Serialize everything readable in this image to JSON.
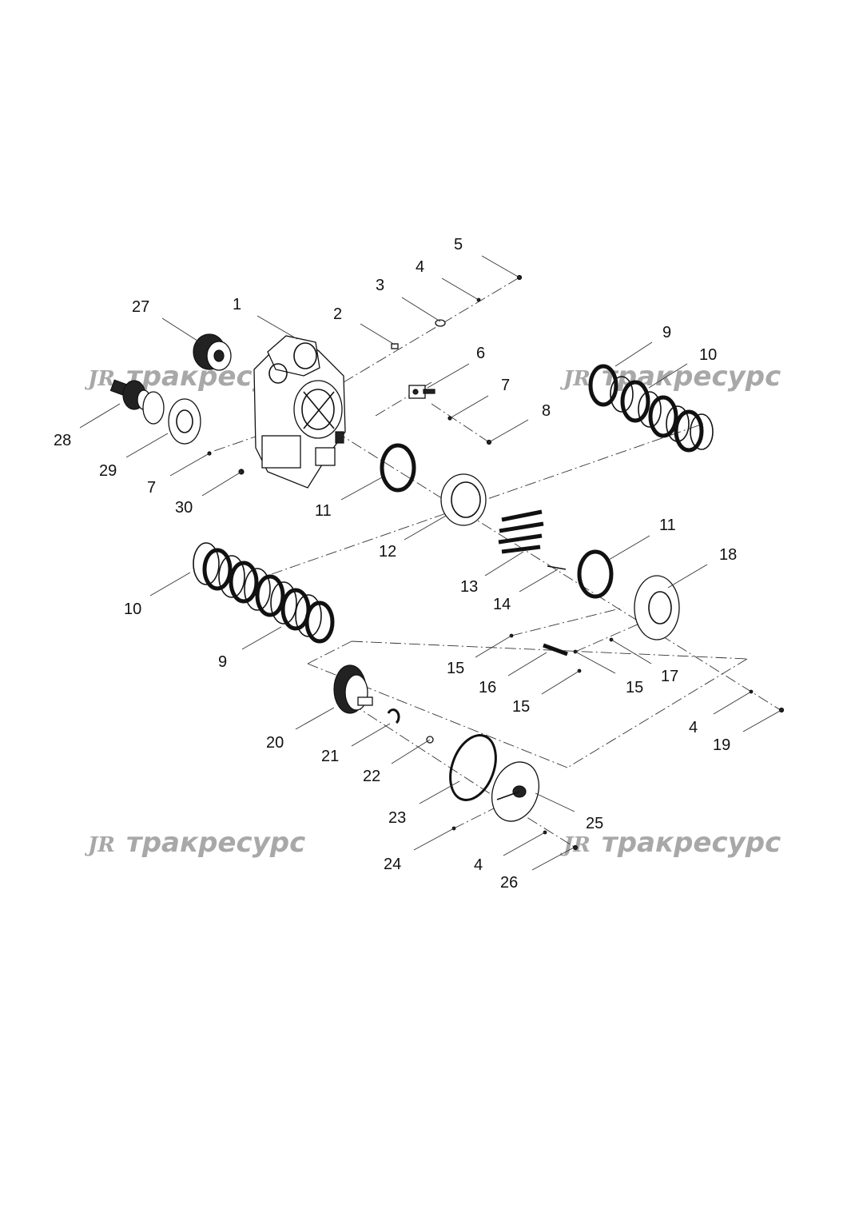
{
  "watermarks": [
    {
      "logo": "JR",
      "text": "тракресурс"
    },
    {
      "logo": "JR",
      "text": "тракресурс"
    },
    {
      "logo": "JR",
      "text": "тракресурс"
    },
    {
      "logo": "JR",
      "text": "тракресурс"
    }
  ],
  "callouts": [
    {
      "id": "c5",
      "label": "5"
    },
    {
      "id": "c4a",
      "label": "4"
    },
    {
      "id": "c3",
      "label": "3"
    },
    {
      "id": "c2",
      "label": "2"
    },
    {
      "id": "c1",
      "label": "1"
    },
    {
      "id": "c27",
      "label": "27"
    },
    {
      "id": "c6",
      "label": "6"
    },
    {
      "id": "c7a",
      "label": "7"
    },
    {
      "id": "c8",
      "label": "8"
    },
    {
      "id": "c9a",
      "label": "9"
    },
    {
      "id": "c10a",
      "label": "10"
    },
    {
      "id": "c28",
      "label": "28"
    },
    {
      "id": "c29",
      "label": "29"
    },
    {
      "id": "c7b",
      "label": "7"
    },
    {
      "id": "c30",
      "label": "30"
    },
    {
      "id": "c11a",
      "label": "11"
    },
    {
      "id": "c12",
      "label": "12"
    },
    {
      "id": "c11b",
      "label": "11"
    },
    {
      "id": "c18",
      "label": "18"
    },
    {
      "id": "c13",
      "label": "13"
    },
    {
      "id": "c14",
      "label": "14"
    },
    {
      "id": "c10b",
      "label": "10"
    },
    {
      "id": "c9b",
      "label": "9"
    },
    {
      "id": "c15a",
      "label": "15"
    },
    {
      "id": "c16",
      "label": "16"
    },
    {
      "id": "c15b",
      "label": "15"
    },
    {
      "id": "c17",
      "label": "17"
    },
    {
      "id": "c15c",
      "label": "15"
    },
    {
      "id": "c4b",
      "label": "4"
    },
    {
      "id": "c19",
      "label": "19"
    },
    {
      "id": "c20",
      "label": "20"
    },
    {
      "id": "c21",
      "label": "21"
    },
    {
      "id": "c22",
      "label": "22"
    },
    {
      "id": "c23",
      "label": "23"
    },
    {
      "id": "c25",
      "label": "25"
    },
    {
      "id": "c24",
      "label": "24"
    },
    {
      "id": "c4c",
      "label": "4"
    },
    {
      "id": "c26",
      "label": "26"
    }
  ]
}
